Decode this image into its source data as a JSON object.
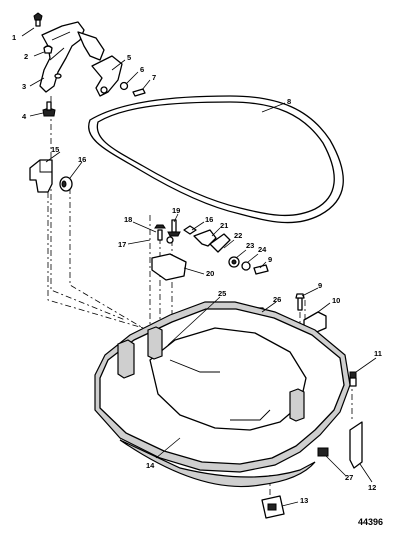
{
  "figure_number": "44396",
  "callouts": [
    "1",
    "2",
    "3",
    "4",
    "5",
    "6",
    "7",
    "8",
    "9",
    "9",
    "9",
    "10",
    "11",
    "12",
    "13",
    "14",
    "15",
    "16",
    "16",
    "17",
    "18",
    "19",
    "20",
    "21",
    "22",
    "23",
    "24",
    "25",
    "26",
    "27"
  ]
}
